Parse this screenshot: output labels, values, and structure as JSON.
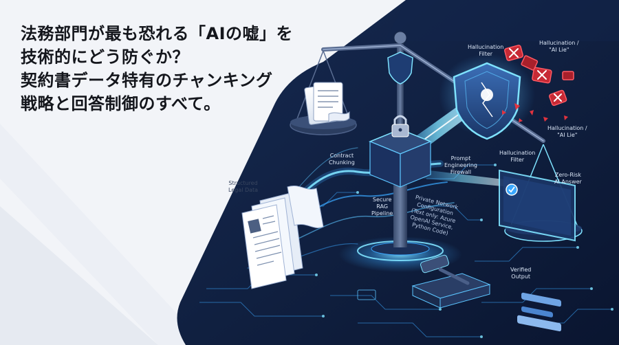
{
  "headline": {
    "lines": [
      "法務部門が最も恐れる「AIの嘘」を",
      "技術的にどう防ぐか？",
      "契約書データ特有のチャンキング",
      "戦略と回答制御のすべて。"
    ]
  },
  "labels": {
    "structured_legal_data": [
      "Structured",
      "Legal Data"
    ],
    "contract_chunking": [
      "Contract",
      "Chunking"
    ],
    "secure_rag_pipeline": [
      "Secure",
      "RAG",
      "Pipeline"
    ],
    "prompt_firewall": [
      "Prompt",
      "Engineering",
      "Firewall"
    ],
    "private_network": [
      "Private Network",
      "Configuration",
      "(Text only: Azure",
      "OpenAI Service,",
      "Python Code)"
    ],
    "hallucination_filter_top": [
      "Hallucination",
      "Filter"
    ],
    "hallucination_ai_lie_top": [
      "Hallucination /",
      "\"AI Lie\""
    ],
    "hallucination_ai_lie_mid": [
      "Hallucination /",
      "\"AI Lie\""
    ],
    "hallucination_filter_mid": [
      "Hallucination",
      "Filter"
    ],
    "zero_risk_answer": [
      "Zero-Risk",
      "AI Answer"
    ],
    "verified_output": [
      "Verified",
      "Output"
    ]
  },
  "colors": {
    "page_bg": "#f2f4f8",
    "panel_dark": "#0f1e3d",
    "panel_deep": "#0a1530",
    "glow_blue": "#3aa8ff",
    "glow_cyan": "#7fe3ff",
    "danger_red": "#e2333f",
    "headline_text": "#14161c"
  },
  "icons": {
    "scale": "scale-of-justice-icon",
    "shield": "shield-icon",
    "lock": "padlock-icon",
    "gavel": "gavel-icon",
    "document": "document-stack-icon",
    "warning": "error-x-icon",
    "check": "checkmark-icon"
  }
}
